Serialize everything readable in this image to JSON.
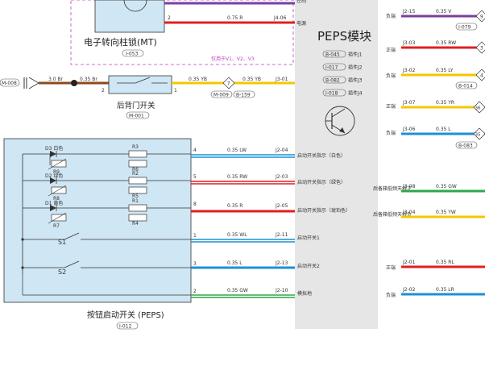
{
  "top_left": {
    "pin2_label": "2",
    "wire_label": "0.75 R",
    "conn_label": "J4-06",
    "lock_title": "电子转向柱锁(MT)",
    "lock_code": "I-053",
    "note": "仅用于V1、V2、V3"
  },
  "rear_switch": {
    "ground_ref": "M-008",
    "wire1": "3.0 Br",
    "wire2": "0.35 Br",
    "pin_left": "2",
    "pin_right": "1",
    "wire3": "0.35 YB",
    "diamond_num": "7",
    "wire4": "0.35 YB",
    "conn": "J3-01",
    "refs": [
      "M-009",
      "B-159"
    ],
    "title": "后背门开关",
    "code": "M-001"
  },
  "peps_module": {
    "top_label_1": "控制",
    "top_label_2": "电源",
    "title": "PEPS模块",
    "connectors": [
      {
        "code": "B-045",
        "label": "插件J1"
      },
      {
        "code": "I-017",
        "label": "插件J2"
      },
      {
        "code": "B-082",
        "label": "插件J3"
      },
      {
        "code": "I-018",
        "label": "插件J4"
      }
    ],
    "left_labels": [
      "启动开关指示（白色）",
      "启动开关指示（绿色）",
      "启动开关指示（琥珀色）",
      "启动开关1",
      "启动开关2",
      "模拟地"
    ],
    "right_side": [
      {
        "side": "负端",
        "conn": "J2-15",
        "wire": "0.35 V"
      },
      {
        "side": "正端",
        "conn": "J3-03",
        "wire": "0.35 RW"
      },
      {
        "side": "负端",
        "conn": "J3-02",
        "wire": "0.35 LY"
      },
      {
        "side": "正端",
        "conn": "J3-07",
        "wire": "0.35 YR"
      },
      {
        "side": "负端",
        "conn": "J3-06",
        "wire": "0.35 L"
      },
      {
        "side": "后备箱低频天线正",
        "conn": "J3-08",
        "wire": "0.35 GW"
      },
      {
        "side": "后备箱低频天线负",
        "conn": "J3-04",
        "wire": "0.35 YW"
      },
      {
        "side": "正端",
        "conn": "J2-01",
        "wire": "0.35 RL"
      },
      {
        "side": "负端",
        "conn": "J2-02",
        "wire": "0.35 LR"
      }
    ],
    "right_refs": [
      "I-079",
      "B-014",
      "B-083"
    ],
    "right_diamonds": [
      "9",
      "3",
      "4",
      "36",
      "35"
    ]
  },
  "button_switch": {
    "leds": [
      "D3 白色",
      "D2 绿色",
      "D1 黄色"
    ],
    "resistors_r": [
      "R3",
      "R6",
      "R9",
      "R2",
      "R5",
      "R8",
      "R1",
      "R4",
      "R7"
    ],
    "switches": [
      "S1",
      "S2"
    ],
    "pins": [
      "4",
      "5",
      "8",
      "1",
      "3",
      "2"
    ],
    "wires": [
      "0.35 LW",
      "0.35 RW",
      "0.35 R",
      "0.35 WL",
      "0.35 L",
      "0.35 GW"
    ],
    "conns": [
      "J2-04",
      "J2-03",
      "J2-05",
      "J2-11",
      "J2-13",
      "J2-10"
    ],
    "title": "按钮启动开关 (PEPS)",
    "code": "I-012"
  },
  "colors": {
    "module_bg": "#e6e6e6",
    "switch_bg": "#cfe6f4",
    "purple": "#7a3fa0",
    "red": "#e02020",
    "yellow": "#f2c800",
    "blue": "#1e8fd6",
    "green": "#2ea84a",
    "brown": "#8a4a1c",
    "pinkdash": "#c040c0"
  }
}
